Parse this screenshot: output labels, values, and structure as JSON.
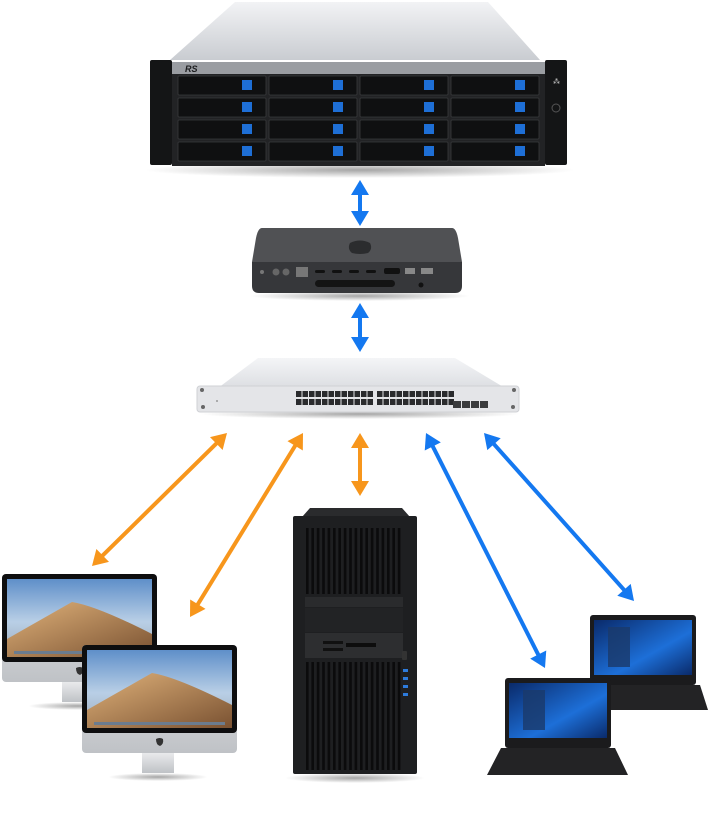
{
  "diagram": {
    "type": "network-topology",
    "colors": {
      "fast_link": "#1478f0",
      "standard_link": "#f7961c",
      "rack_front": "#1c1d1f",
      "drive_latch": "#1e6fd6",
      "mini_body": "#3b3c3f",
      "switch_body": "#e6e7ea",
      "tower_body": "#1e1f21",
      "laptop_body": "#1b1b1d"
    },
    "nodes": [
      {
        "id": "storage-server",
        "kind": "rackmount-storage",
        "brand_mark": "RS",
        "drive_bays": 16
      },
      {
        "id": "mac-mini",
        "kind": "mini-desktop"
      },
      {
        "id": "network-switch",
        "kind": "rackmount-switch",
        "ports": 48,
        "uplink_ports": 4
      },
      {
        "id": "imac-1",
        "kind": "all-in-one-desktop"
      },
      {
        "id": "imac-2",
        "kind": "all-in-one-desktop"
      },
      {
        "id": "workstation-tower",
        "kind": "tower-workstation"
      },
      {
        "id": "laptop-1",
        "kind": "laptop"
      },
      {
        "id": "laptop-2",
        "kind": "laptop"
      }
    ],
    "links": [
      {
        "from": "storage-server",
        "to": "mac-mini",
        "style": "fast_link",
        "bidirectional": true
      },
      {
        "from": "mac-mini",
        "to": "network-switch",
        "style": "fast_link",
        "bidirectional": true
      },
      {
        "from": "network-switch",
        "to": "imac-1",
        "style": "standard_link",
        "bidirectional": true
      },
      {
        "from": "network-switch",
        "to": "imac-2",
        "style": "standard_link",
        "bidirectional": true
      },
      {
        "from": "network-switch",
        "to": "workstation-tower",
        "style": "standard_link",
        "bidirectional": true
      },
      {
        "from": "network-switch",
        "to": "laptop-1",
        "style": "fast_link",
        "bidirectional": true
      },
      {
        "from": "network-switch",
        "to": "laptop-2",
        "style": "fast_link",
        "bidirectional": true
      }
    ]
  }
}
